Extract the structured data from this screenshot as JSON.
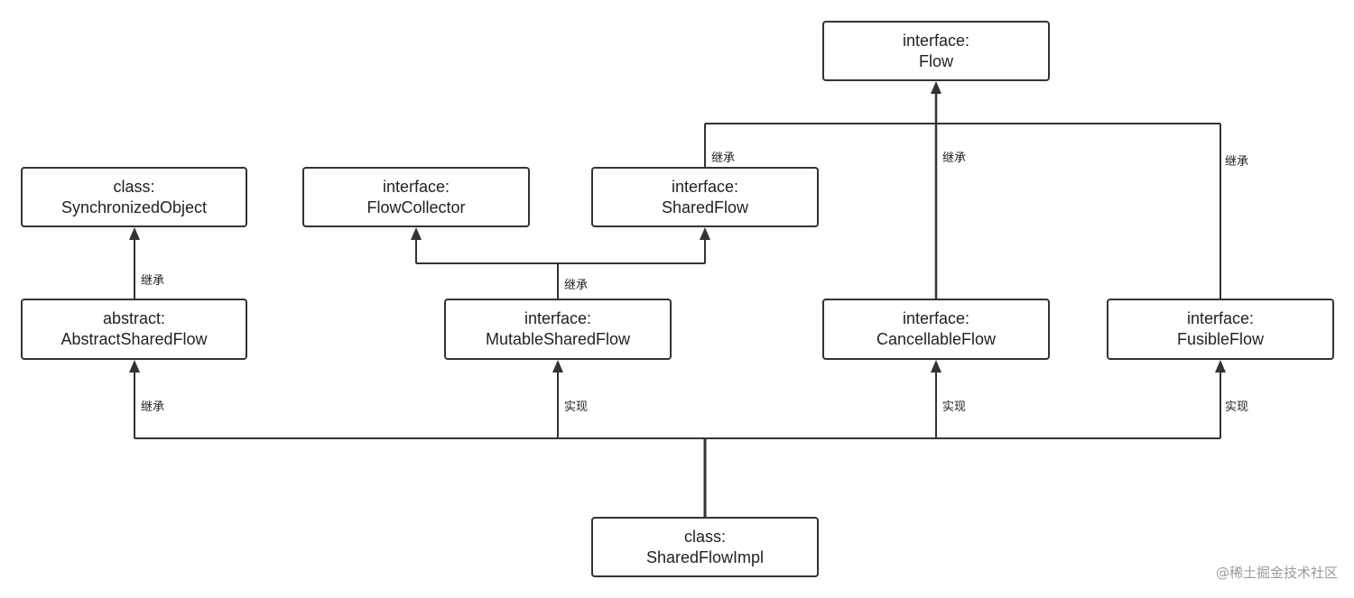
{
  "nodes": {
    "flow": {
      "kind": "interface:",
      "name": "Flow"
    },
    "synchronized_object": {
      "kind": "class:",
      "name": "SynchronizedObject"
    },
    "flow_collector": {
      "kind": "interface:",
      "name": "FlowCollector"
    },
    "shared_flow": {
      "kind": "interface:",
      "name": "SharedFlow"
    },
    "abstract_shared_flow": {
      "kind": "abstract:",
      "name": "AbstractSharedFlow"
    },
    "mutable_shared_flow": {
      "kind": "interface:",
      "name": "MutableSharedFlow"
    },
    "cancellable_flow": {
      "kind": "interface:",
      "name": "CancellableFlow"
    },
    "fusible_flow": {
      "kind": "interface:",
      "name": "FusibleFlow"
    },
    "shared_flow_impl": {
      "kind": "class:",
      "name": "SharedFlowImpl"
    }
  },
  "edge_labels": {
    "shared_flow_to_flow": "继承",
    "cancellable_to_flow": "继承",
    "fusible_to_flow": "继承",
    "abstract_to_synchronized": "继承",
    "mutable_to_parents": "继承",
    "impl_to_abstract": "继承",
    "impl_to_mutable": "实现",
    "impl_to_cancellable": "实现",
    "impl_to_fusible": "实现"
  },
  "watermark": "@稀土掘金技术社区",
  "colors": {
    "line": "#333333",
    "box_border": "#333333",
    "text": "#222222",
    "watermark": "#9a9a9a"
  }
}
